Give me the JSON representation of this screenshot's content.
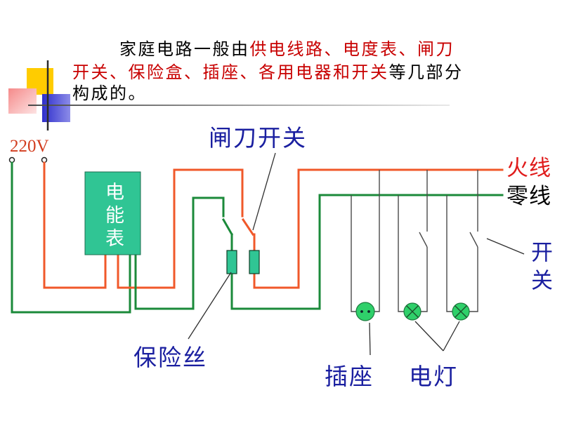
{
  "intro": {
    "line1": {
      "plain": "家庭电路一般由",
      "highlight": "供电线路、电度表、闸刀"
    },
    "line2": {
      "highlight": "开关、保险盒、插座、各用电器和开关",
      "plain": "等几部分"
    },
    "line3": {
      "plain": "构成的。"
    }
  },
  "diagram": {
    "voltage_label": "220V",
    "meter_label": "电能表",
    "knife_switch_label": "闸刀开关",
    "live_wire_label": "火线",
    "neutral_wire_label": "零线",
    "switch_label": "开关",
    "fuse_label": "保险丝",
    "socket_label": "插座",
    "lamp_label": "电灯"
  },
  "colors": {
    "text": "#000000",
    "highlight": "#C80000",
    "label": "#1A1FA0",
    "voltage": "#D23C1E",
    "live_label": "#E01B1B",
    "live_wire": "#F0582A",
    "neutral_wire": "#1B8A3A",
    "branch_wire": "#4A4A4A",
    "meter_fill": "#30C594",
    "device_fill": "#2FD06A",
    "decor_yellow": "#FFCC00",
    "decor_pink": "#F58A8A",
    "decor_blue": "#2E2ECC"
  }
}
